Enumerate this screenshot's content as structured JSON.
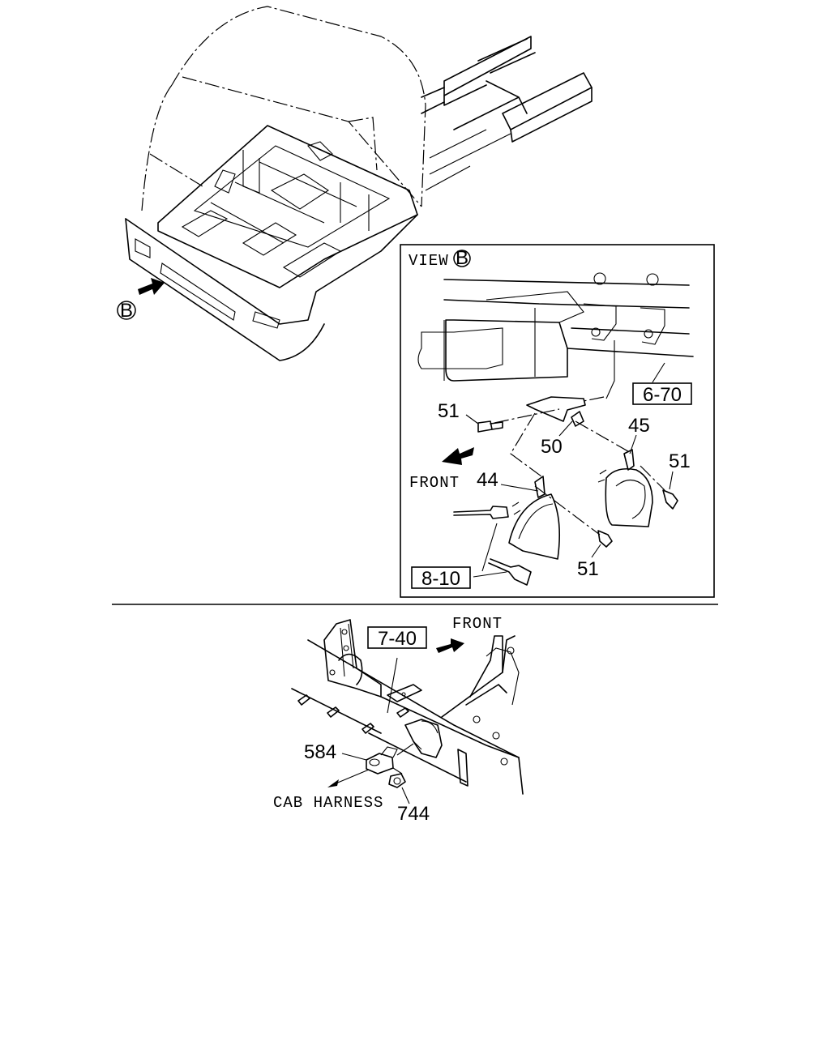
{
  "view_marker": "B",
  "view_label": "VIEW",
  "front_label": "FRONT",
  "ref_boxes": {
    "horn_bracket_ref": "6-70",
    "harness_ref": "8-10",
    "frame_ref": "7-40"
  },
  "parts": {
    "bolt_upper_left": "51",
    "bracket": "50",
    "horn_right": "45",
    "bolt_right": "51",
    "horn_left": "44",
    "bolt_lower": "51",
    "clip": "584",
    "nut": "744"
  },
  "cab_harness_label": "CAB HARNESS",
  "front_label_lower": "FRONT"
}
